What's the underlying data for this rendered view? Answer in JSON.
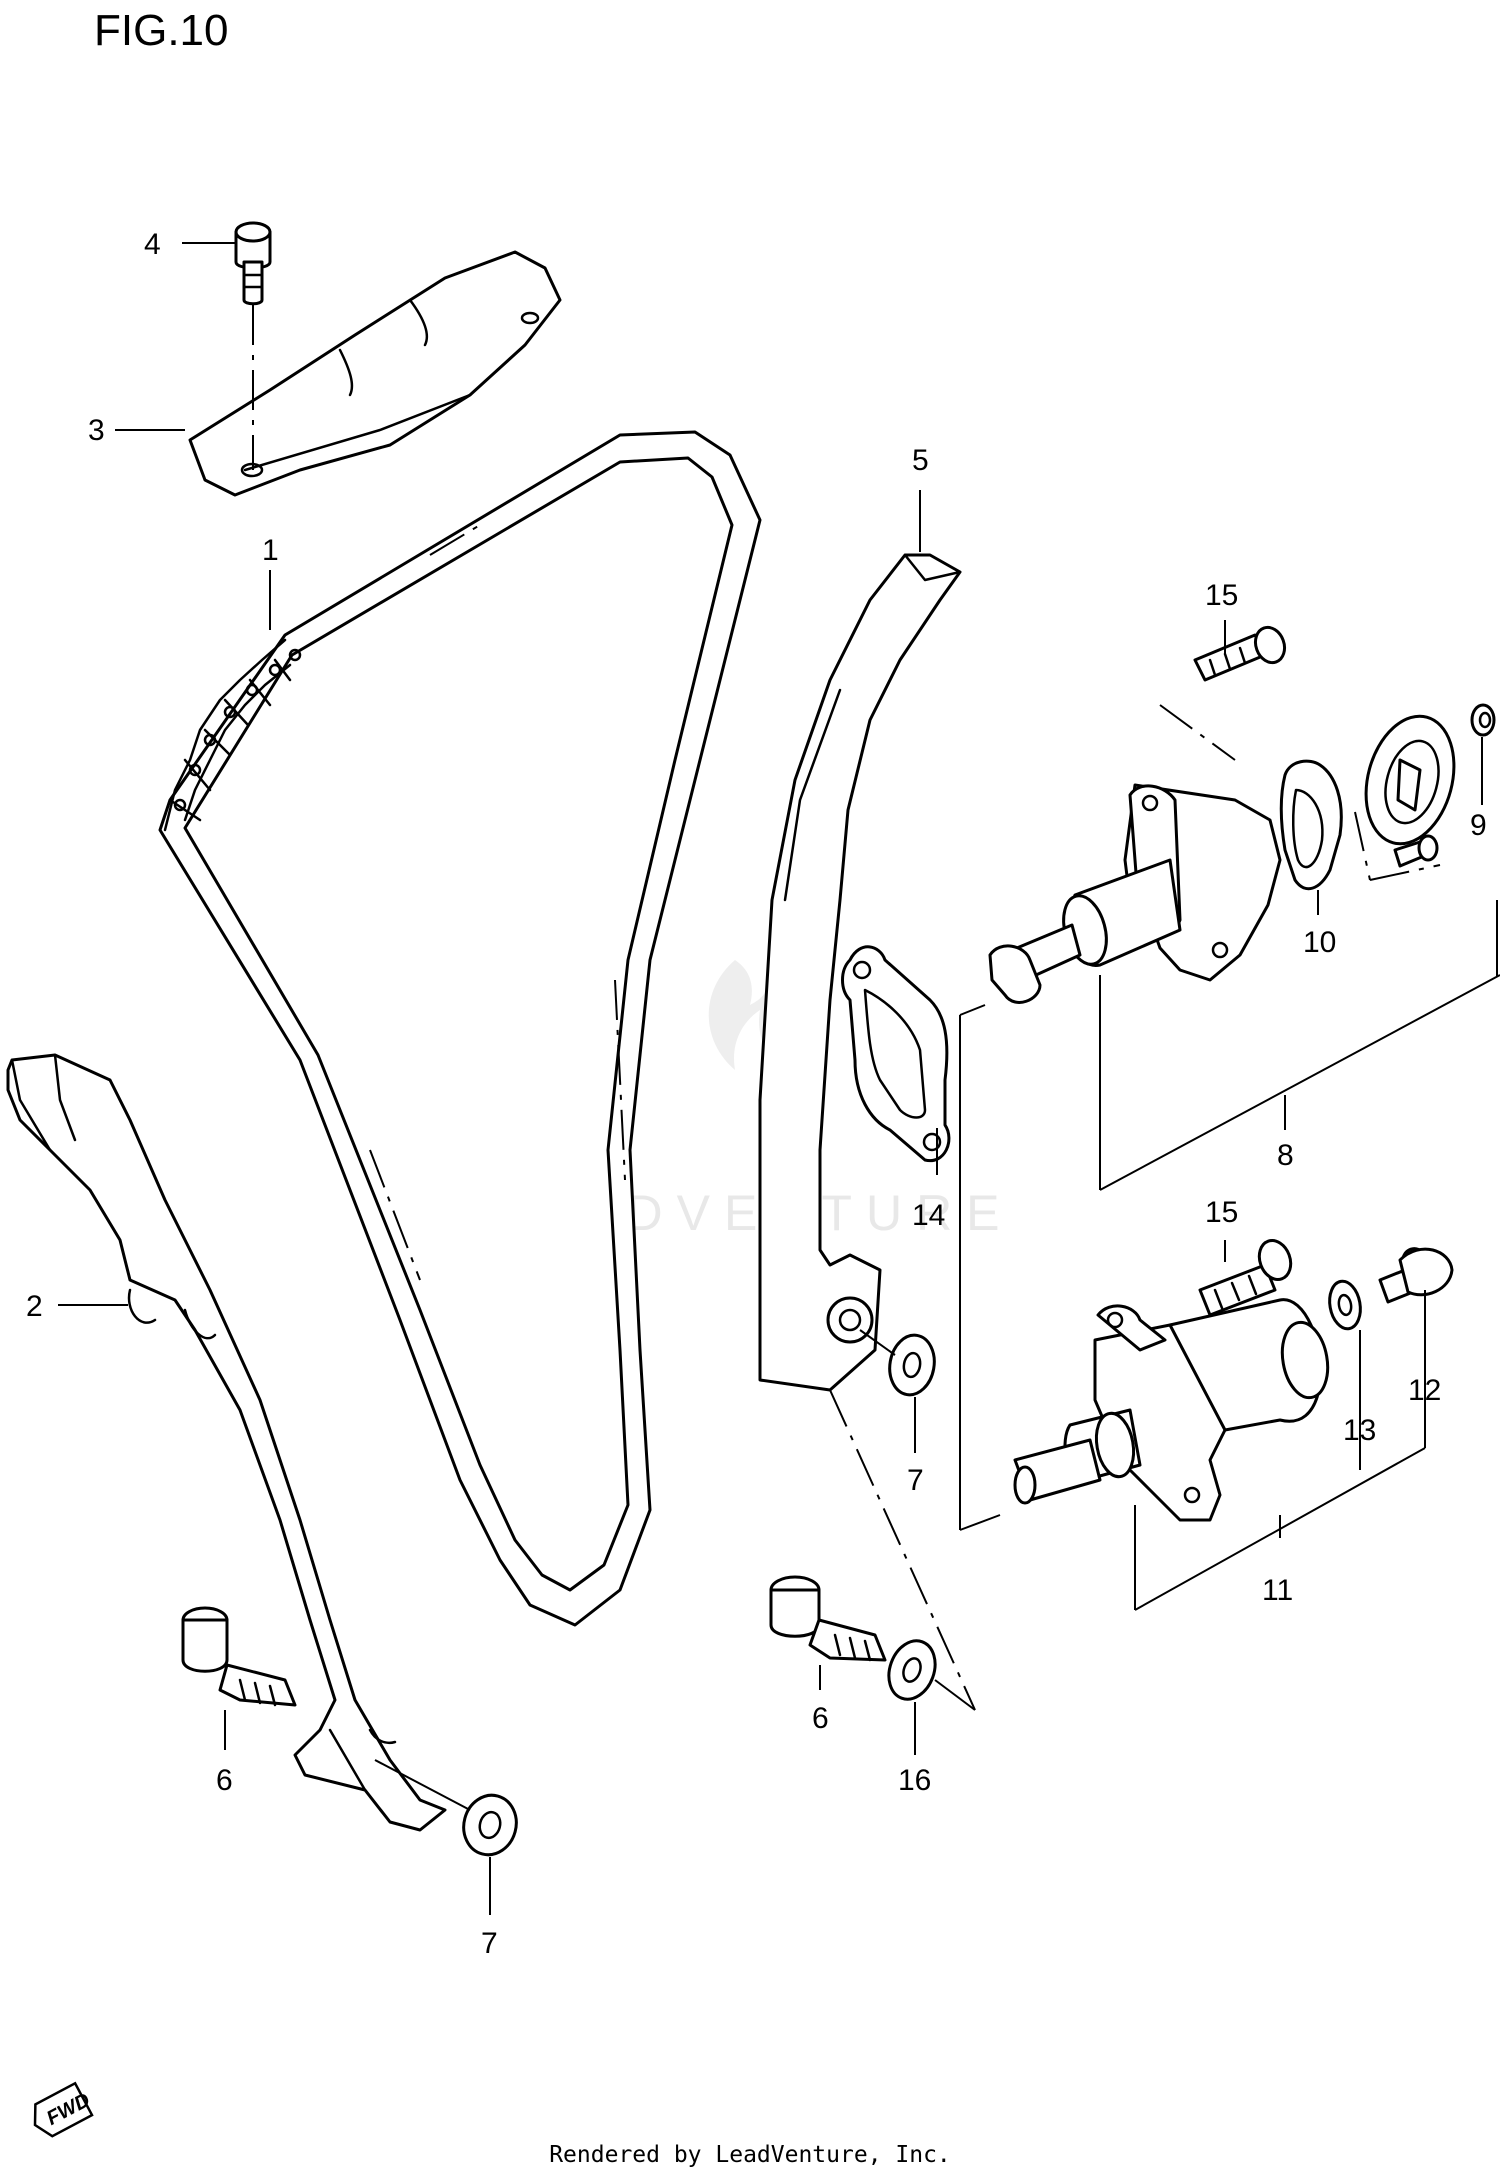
{
  "figure_title": "FIG.10",
  "footer": "Rendered by LeadVenture, Inc.",
  "watermark": "LEADVENTURE",
  "fwd_label": "FWD",
  "callouts": {
    "c1": "1",
    "c2": "2",
    "c3": "3",
    "c4": "4",
    "c5": "5",
    "c6a": "6",
    "c6b": "6",
    "c7a": "7",
    "c7b": "7",
    "c8": "8",
    "c9": "9",
    "c10": "10",
    "c11": "11",
    "c12": "12",
    "c13": "13",
    "c14": "14",
    "c15a": "15",
    "c15b": "15",
    "c16": "16"
  }
}
